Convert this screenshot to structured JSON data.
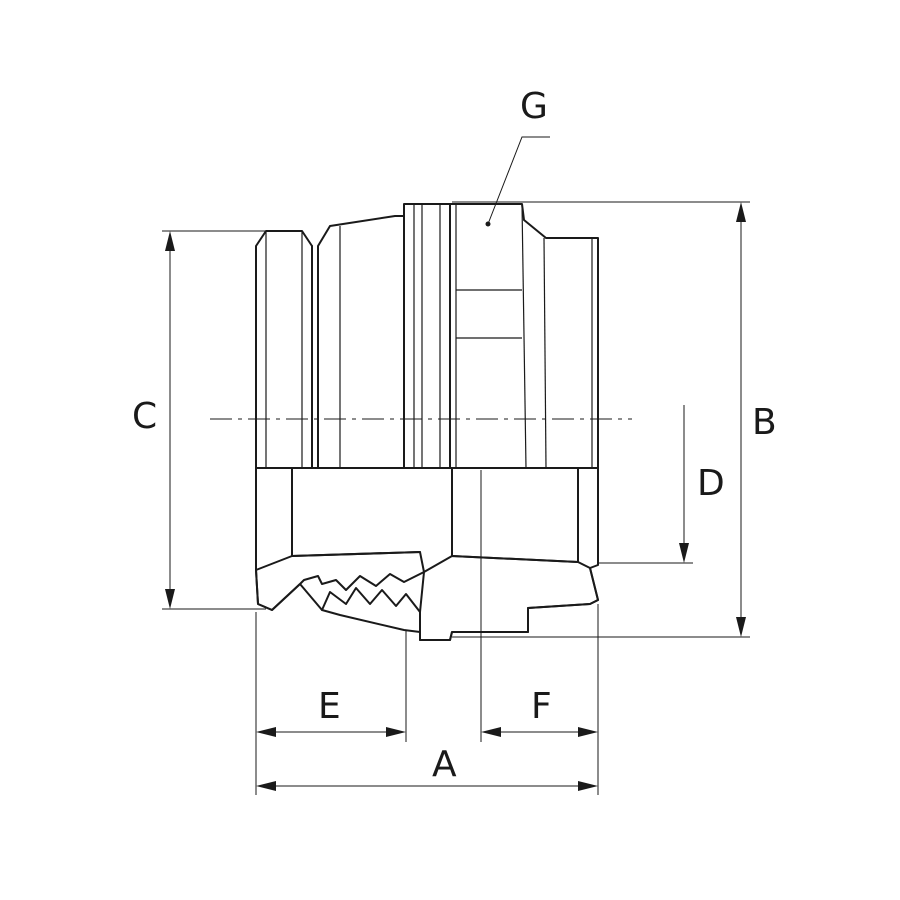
{
  "labels": {
    "a": "A",
    "b": "B",
    "c": "C",
    "d": "D",
    "e": "E",
    "f": "F",
    "g": "G"
  },
  "colors": {
    "line": "#1a1a1a",
    "background": "#ffffff"
  }
}
